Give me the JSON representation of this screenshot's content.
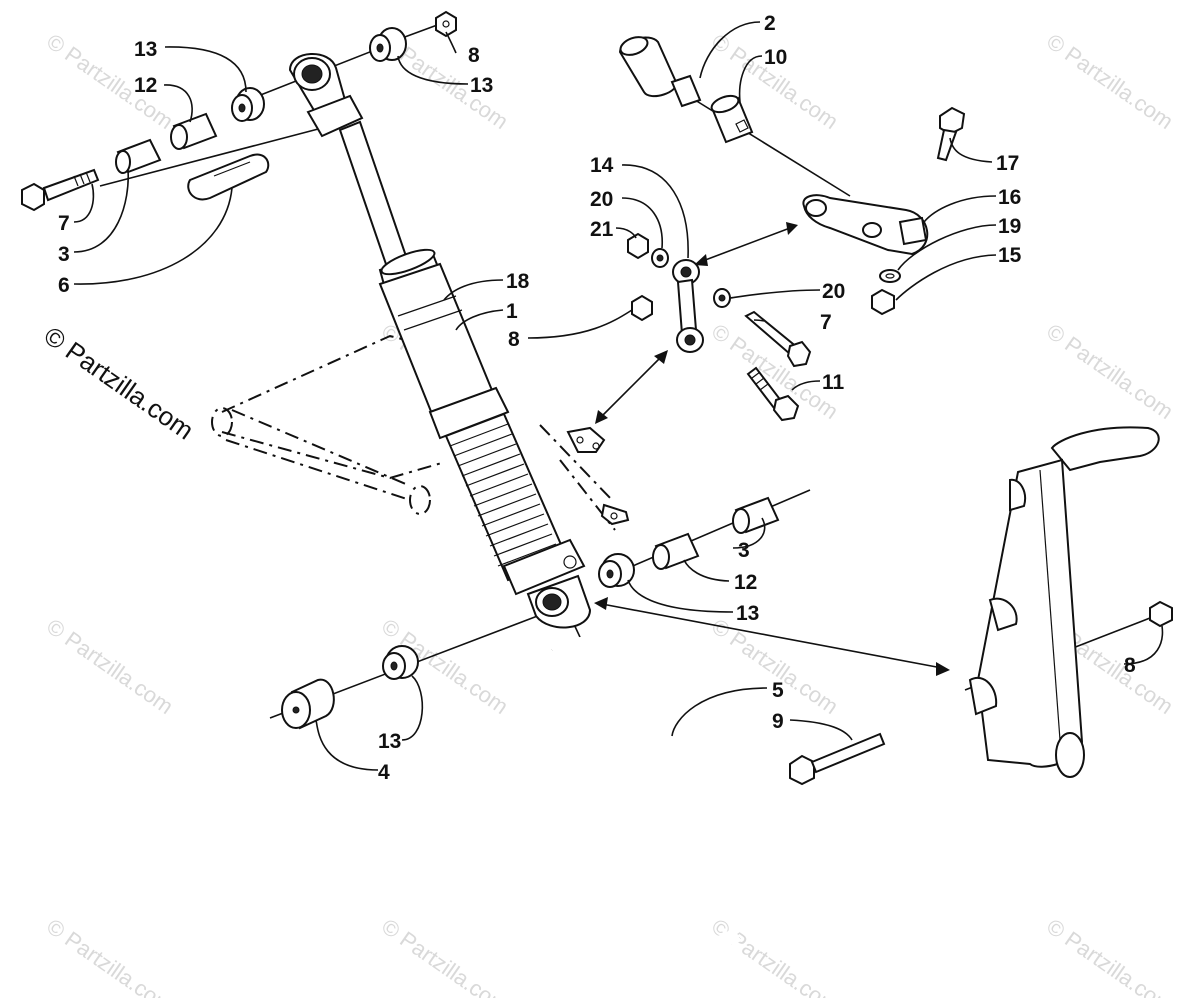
{
  "watermark": {
    "text": "© Partzilla.com"
  },
  "callouts": [
    {
      "id": "c-13a",
      "label": "13"
    },
    {
      "id": "c-12a",
      "label": "12"
    },
    {
      "id": "c-7a",
      "label": "7"
    },
    {
      "id": "c-3a",
      "label": "3"
    },
    {
      "id": "c-6",
      "label": "6"
    },
    {
      "id": "c-8a",
      "label": "8"
    },
    {
      "id": "c-13b",
      "label": "13"
    },
    {
      "id": "c-2",
      "label": "2"
    },
    {
      "id": "c-10",
      "label": "10"
    },
    {
      "id": "c-17",
      "label": "17"
    },
    {
      "id": "c-14",
      "label": "14"
    },
    {
      "id": "c-16",
      "label": "16"
    },
    {
      "id": "c-20a",
      "label": "20"
    },
    {
      "id": "c-21",
      "label": "21"
    },
    {
      "id": "c-19",
      "label": "19"
    },
    {
      "id": "c-15",
      "label": "15"
    },
    {
      "id": "c-18",
      "label": "18"
    },
    {
      "id": "c-1",
      "label": "1"
    },
    {
      "id": "c-20b",
      "label": "20"
    },
    {
      "id": "c-7b",
      "label": "7"
    },
    {
      "id": "c-8b",
      "label": "8"
    },
    {
      "id": "c-11",
      "label": "11"
    },
    {
      "id": "c-3b",
      "label": "3"
    },
    {
      "id": "c-12b",
      "label": "12"
    },
    {
      "id": "c-13c",
      "label": "13"
    },
    {
      "id": "c-8c",
      "label": "8"
    },
    {
      "id": "c-5",
      "label": "5"
    },
    {
      "id": "c-9",
      "label": "9"
    },
    {
      "id": "c-13d",
      "label": "13"
    },
    {
      "id": "c-4",
      "label": "4"
    }
  ]
}
